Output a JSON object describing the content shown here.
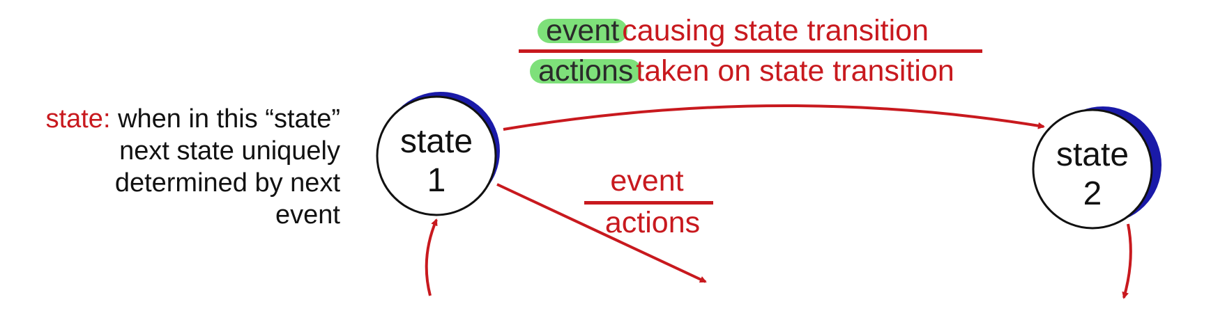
{
  "description": {
    "term": "state:",
    "line1": "when in this “state”",
    "line2": "next state uniquely",
    "line3": "determined by next",
    "line4": "event"
  },
  "top_label": {
    "event_word": "event",
    "event_rest": "causing state transition",
    "actions_word": "actions",
    "actions_rest": "taken on state transition"
  },
  "small_label": {
    "event": "event",
    "actions": "actions"
  },
  "states": [
    {
      "name": "state",
      "number": "1"
    },
    {
      "name": "state",
      "number": "2"
    }
  ],
  "colors": {
    "accent": "#c8191e",
    "highlight": "#7ee07a",
    "shadow": "#1a1aa8",
    "text": "#111111"
  }
}
